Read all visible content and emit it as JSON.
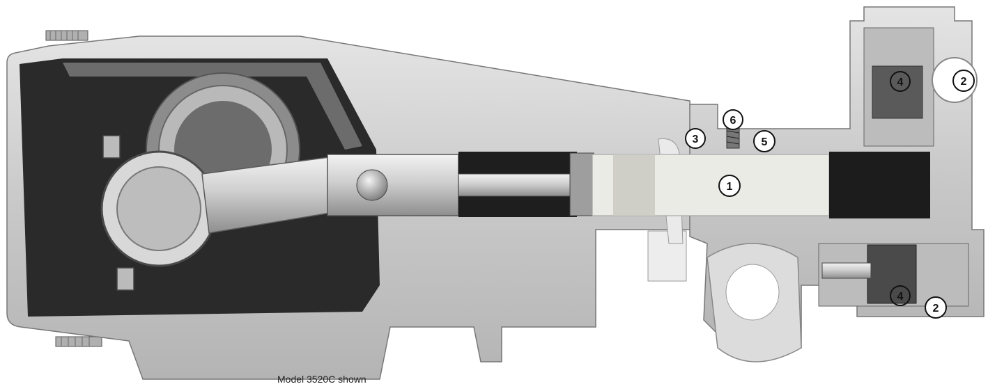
{
  "caption": "Model 3520C shown",
  "callouts": [
    {
      "id": "piston",
      "number": "1"
    },
    {
      "id": "outlet-port",
      "number": "2"
    },
    {
      "id": "inlet-port",
      "number": "2"
    },
    {
      "id": "seal-3",
      "number": "3"
    },
    {
      "id": "outlet-valve",
      "number": "4"
    },
    {
      "id": "inlet-valve",
      "number": "4"
    },
    {
      "id": "seal-5",
      "number": "5"
    },
    {
      "id": "spring-6",
      "number": "6"
    }
  ]
}
